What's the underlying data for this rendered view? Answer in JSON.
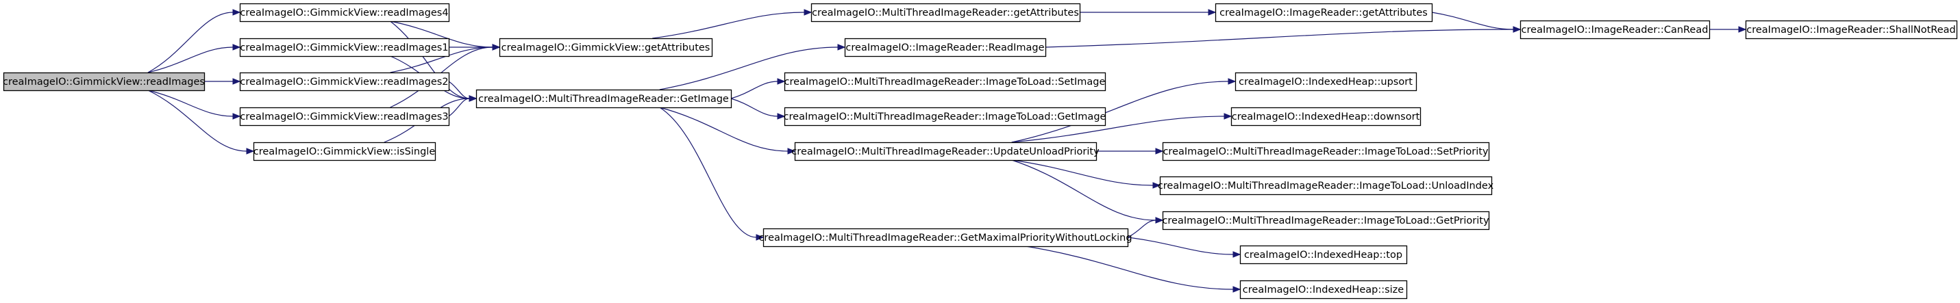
{
  "nodes": [
    {
      "id": "readImages",
      "label": "creaImageIO::GimmickView::readImages",
      "root": true
    },
    {
      "id": "readImages4",
      "label": "creaImageIO::GimmickView::readImages4"
    },
    {
      "id": "readImages1",
      "label": "creaImageIO::GimmickView::readImages1"
    },
    {
      "id": "readImages2",
      "label": "creaImageIO::GimmickView::readImages2"
    },
    {
      "id": "readImages3",
      "label": "creaImageIO::GimmickView::readImages3"
    },
    {
      "id": "isSingle",
      "label": "creaImageIO::GimmickView::isSingle"
    },
    {
      "id": "gvGetAttributes",
      "label": "creaImageIO::GimmickView::getAttributes"
    },
    {
      "id": "mtirGetImage",
      "label": "creaImageIO::MultiThreadImageReader::GetImage"
    },
    {
      "id": "mtirGetAttributes",
      "label": "creaImageIO::MultiThreadImageReader::getAttributes"
    },
    {
      "id": "irReadImage",
      "label": "creaImageIO::ImageReader::ReadImage"
    },
    {
      "id": "itlSetImage",
      "label": "creaImageIO::MultiThreadImageReader::ImageToLoad::SetImage"
    },
    {
      "id": "itlGetImage",
      "label": "creaImageIO::MultiThreadImageReader::ImageToLoad::GetImage"
    },
    {
      "id": "updateUnload",
      "label": "creaImageIO::MultiThreadImageReader::UpdateUnloadPriority"
    },
    {
      "id": "getMaxPrio",
      "label": "creaImageIO::MultiThreadImageReader::GetMaximalPriorityWithoutLocking"
    },
    {
      "id": "irGetAttributes",
      "label": "creaImageIO::ImageReader::getAttributes"
    },
    {
      "id": "irCanRead",
      "label": "creaImageIO::ImageReader::CanRead"
    },
    {
      "id": "irShallNotRead",
      "label": "creaImageIO::ImageReader::ShallNotRead"
    },
    {
      "id": "ihUpsort",
      "label": "creaImageIO::IndexedHeap::upsort"
    },
    {
      "id": "ihDownsort",
      "label": "creaImageIO::IndexedHeap::downsort"
    },
    {
      "id": "itlSetPriority",
      "label": "creaImageIO::MultiThreadImageReader::ImageToLoad::SetPriority"
    },
    {
      "id": "itlUnloadIndex",
      "label": "creaImageIO::MultiThreadImageReader::ImageToLoad::UnloadIndex"
    },
    {
      "id": "itlGetPriority",
      "label": "creaImageIO::MultiThreadImageReader::ImageToLoad::GetPriority"
    },
    {
      "id": "ihTop",
      "label": "creaImageIO::IndexedHeap::top"
    },
    {
      "id": "ihSize",
      "label": "creaImageIO::IndexedHeap::size"
    }
  ],
  "edges": [
    [
      "readImages",
      "readImages4"
    ],
    [
      "readImages",
      "readImages1"
    ],
    [
      "readImages",
      "readImages2"
    ],
    [
      "readImages",
      "readImages3"
    ],
    [
      "readImages",
      "isSingle"
    ],
    [
      "readImages4",
      "gvGetAttributes"
    ],
    [
      "readImages4",
      "mtirGetImage"
    ],
    [
      "readImages1",
      "gvGetAttributes"
    ],
    [
      "readImages1",
      "mtirGetImage"
    ],
    [
      "readImages2",
      "gvGetAttributes"
    ],
    [
      "readImages2",
      "mtirGetImage"
    ],
    [
      "readImages3",
      "gvGetAttributes"
    ],
    [
      "readImages3",
      "mtirGetImage"
    ],
    [
      "isSingle",
      "mtirGetImage"
    ],
    [
      "gvGetAttributes",
      "mtirGetAttributes"
    ],
    [
      "mtirGetAttributes",
      "irGetAttributes"
    ],
    [
      "irGetAttributes",
      "irCanRead"
    ],
    [
      "irCanRead",
      "irShallNotRead"
    ],
    [
      "mtirGetImage",
      "irReadImage"
    ],
    [
      "irReadImage",
      "irCanRead"
    ],
    [
      "mtirGetImage",
      "itlSetImage"
    ],
    [
      "mtirGetImage",
      "itlGetImage"
    ],
    [
      "mtirGetImage",
      "updateUnload"
    ],
    [
      "mtirGetImage",
      "getMaxPrio"
    ],
    [
      "updateUnload",
      "ihUpsort"
    ],
    [
      "updateUnload",
      "ihDownsort"
    ],
    [
      "updateUnload",
      "itlSetPriority"
    ],
    [
      "updateUnload",
      "itlUnloadIndex"
    ],
    [
      "updateUnload",
      "itlGetPriority"
    ],
    [
      "getMaxPrio",
      "itlGetPriority"
    ],
    [
      "getMaxPrio",
      "ihTop"
    ],
    [
      "getMaxPrio",
      "ihSize"
    ]
  ]
}
